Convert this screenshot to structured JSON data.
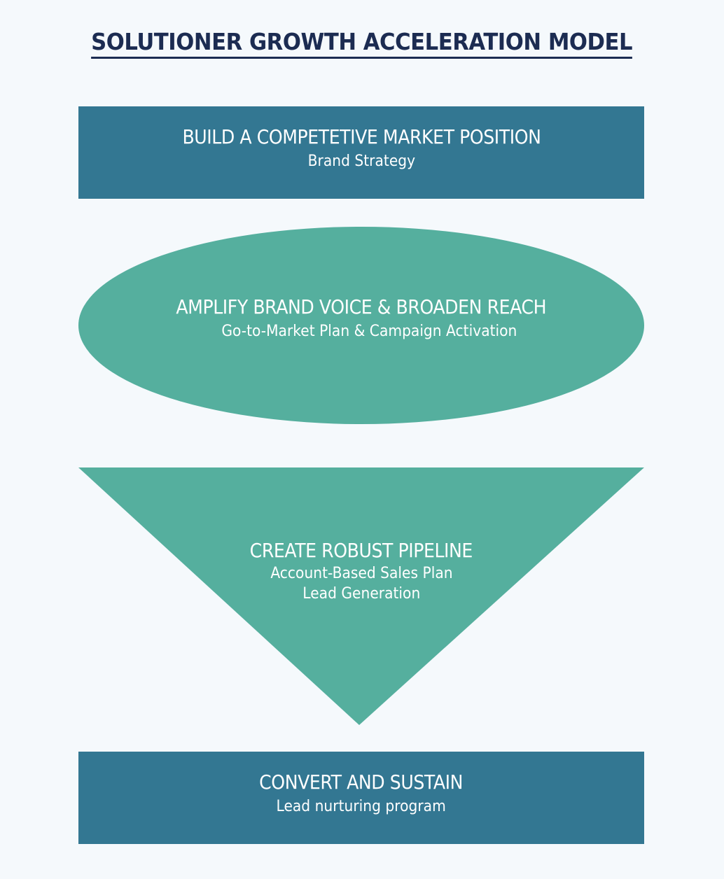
{
  "title": "SOLUTIONER GROWTH ACCELERATION MODEL",
  "colors": {
    "background": "#f5f9fc",
    "title": "#1c2c52",
    "box": "#337792",
    "shape": "#55af9e",
    "text": "#ffffff"
  },
  "stages": [
    {
      "shape": "rectangle",
      "heading": "BUILD A COMPETETIVE MARKET POSITION",
      "lines": [
        "Brand Strategy"
      ]
    },
    {
      "shape": "ellipse",
      "heading": "AMPLIFY BRAND VOICE & BROADEN REACH",
      "lines": [
        "Go-to-Market Plan & Campaign Activation"
      ]
    },
    {
      "shape": "inverted-triangle",
      "heading": "CREATE ROBUST PIPELINE",
      "lines": [
        "Account-Based Sales Plan",
        "Lead Generation"
      ]
    },
    {
      "shape": "rectangle",
      "heading": "CONVERT AND SUSTAIN",
      "lines": [
        "Lead nurturing program"
      ]
    }
  ]
}
